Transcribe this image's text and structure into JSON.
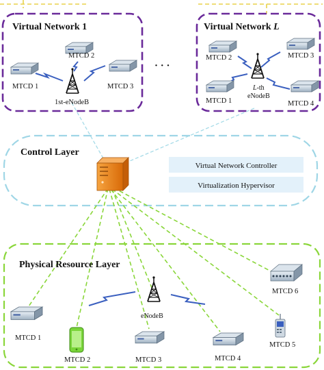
{
  "virtual_networks": {
    "vn1": {
      "title": "Virtual Network 1",
      "base_station": "1st-eNodeB",
      "devices": [
        "MTCD 1",
        "MTCD 2",
        "MTCD 3"
      ]
    },
    "ellipsis": "· · ·",
    "vnL": {
      "title_prefix": "Virtual Network ",
      "title_italic": "L",
      "base_station_line1_italic": "L",
      "base_station_line1_rest": "-th",
      "base_station_line2": "eNodeB",
      "devices": [
        "MTCD 1",
        "MTCD 2",
        "MTCD 3",
        "MTCD 4"
      ]
    }
  },
  "control_layer": {
    "title": "Control Layer",
    "modules": [
      "Virtual Network Controller",
      "Virtualization Hypervisor"
    ]
  },
  "physical_layer": {
    "title": "Physical Resource Layer",
    "base_station": "eNodeB",
    "devices": [
      "MTCD 1",
      "MTCD 2",
      "MTCD 3",
      "MTCD 4",
      "MTCD 5",
      "MTCD 6"
    ]
  },
  "colors": {
    "virtual_border": "#6a2a9a",
    "control_border": "#9fd6e6",
    "physical_border": "#8ad63a",
    "link_green": "#8ad63a",
    "link_cyan": "#a6dbe8",
    "module_fill": "#e3f1fa",
    "server": "#f08a1e",
    "wireless": "#3a5fbf",
    "top_yellow": "#e8d24a"
  }
}
